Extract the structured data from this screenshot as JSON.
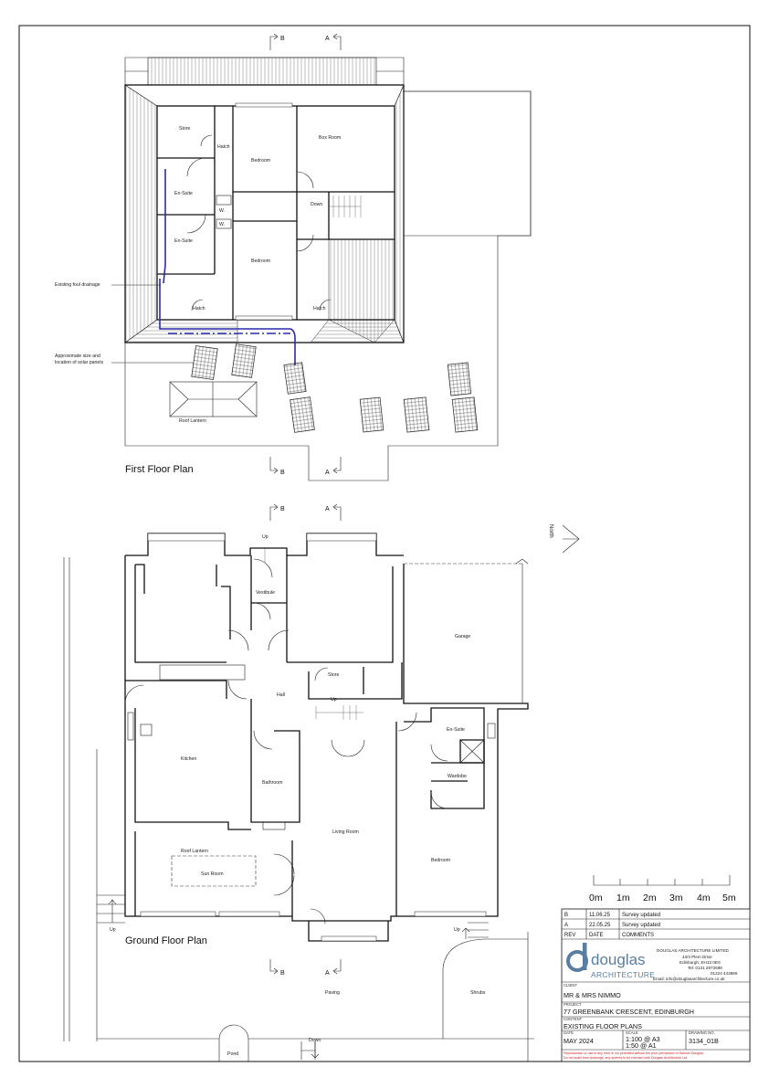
{
  "first_floor": {
    "title": "First Floor Plan",
    "rooms": {
      "store": "Store",
      "hatch_top": "Hatch",
      "bedroom_top": "Bedroom",
      "box_room": "Box Room",
      "ensuite_top": "En-Suite",
      "wc_top": "W.",
      "wc_bottom": "W.",
      "down": "Down",
      "ensuite_bottom": "En-Suite",
      "bedroom_bottom": "Bedroom",
      "hatch_bl": "Hatch",
      "hatch_br": "Hatch",
      "roof_lantern": "Roof Lantern"
    },
    "annotations": {
      "foul_drainage": "Existing foul drainage",
      "solar_line1": "Approximate size and",
      "solar_line2": "location of solar panels"
    }
  },
  "ground_floor": {
    "title": "Ground Floor Plan",
    "rooms": {
      "up_porch": "Up",
      "vestibule": "Vestibule",
      "garage": "Garage",
      "store": "Store",
      "hall": "Hall",
      "up_stair": "Up",
      "kitchen": "Kitchen",
      "ensuite": "En-Suite",
      "wardrobe": "Wardobe",
      "bathroom": "Bathroom",
      "living_room": "Living Room",
      "roof_lantern": "Roof Lantern",
      "sun_room": "Sun Room",
      "bedroom": "Bedroom",
      "up_left": "Up",
      "up_right": "Up",
      "paving": "Paving",
      "shrubs": "Shrubs",
      "down": "Down",
      "pond": "Pond"
    }
  },
  "sections": {
    "b": "B",
    "a": "A"
  },
  "north": "North",
  "scale_bar": [
    "0m",
    "1m",
    "2m",
    "3m",
    "4m",
    "5m"
  ],
  "title_block": {
    "revisions": [
      {
        "rev": "B",
        "date": "11.06.25",
        "comment": "Survey updated"
      },
      {
        "rev": "A",
        "date": "22.05.25",
        "comment": "Survey updated"
      }
    ],
    "headers": {
      "rev": "REV",
      "date": "DATE",
      "comments": "COMMENTS"
    },
    "brand_name": "douglas",
    "brand_sub": "ARCHITECTURE",
    "company": {
      "name": "DOUGLAS  ARCHITECTURE LIMITED",
      "address1": "43/3 Plem Drive",
      "address2": "Edinburgh, EH13 0ES",
      "tel": "Tel: 0131 2972698",
      "tel2": "01224 443966",
      "email": "Email: info@douglasarchitecture.co.uk"
    },
    "labels": {
      "client": "CLIENT",
      "project": "PROJECT",
      "content": "CONTENT",
      "date": "DATE",
      "scale": "SCALE",
      "drawing": "DRAWING NO."
    },
    "client": "MR & MRS NIMMO",
    "project": "77 GREENBANK CRESCENT, EDINBURGH",
    "content": "EXISTING FLOOR PLANS",
    "date": "MAY 2024",
    "scale1": "1:100 @ A3",
    "scale2": "1:50 @ A1",
    "drawing_no": "3134_01B",
    "copyright1": "Reproduction or use in any form is not permitted without the prior permission of Samuel Douglas.",
    "copyright2": "Do not scale from drawings, any queries to be checked with Douglas Architecture Ltd."
  },
  "colors": {
    "drainage": "#2c2ca8",
    "brand": "#5a7ea0",
    "copyright": "#d01c1c"
  }
}
